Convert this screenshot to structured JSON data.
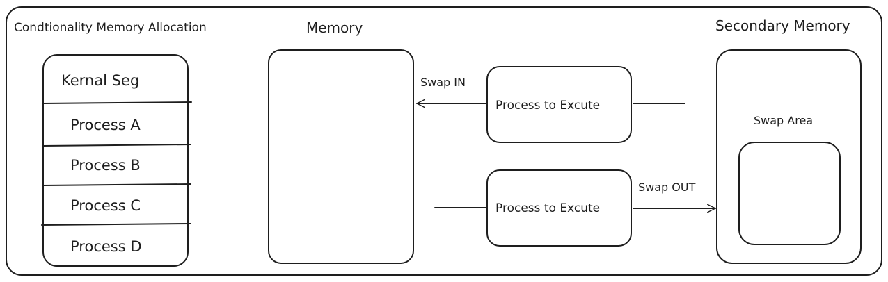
{
  "diagram": {
    "title": "Condtionality Memory Allocation",
    "memory_label": "Memory",
    "secondary_label": "Secondary Memory",
    "swap_area_label": "Swap Area",
    "segments": [
      "Kernal Seg",
      "Process A",
      "Process B",
      "Process C",
      "Process D"
    ],
    "process_in_label": "Process to Excute",
    "process_out_label": "Process to Excute",
    "swap_in_label": "Swap IN",
    "swap_out_label": "Swap OUT"
  }
}
